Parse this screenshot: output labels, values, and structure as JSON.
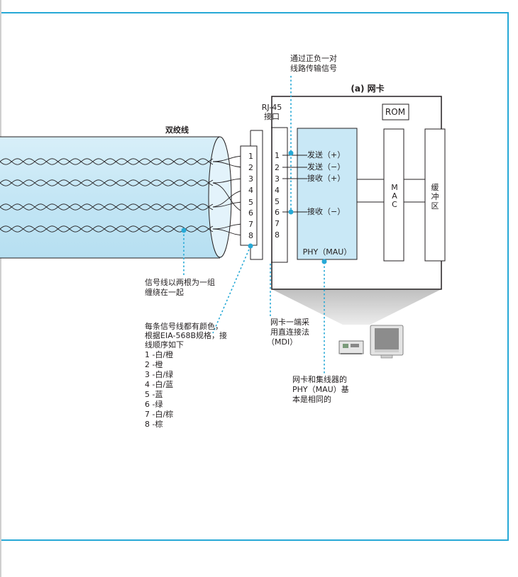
{
  "diagram": {
    "title": "(a) 网卡",
    "cable_label": "双绞线",
    "rj45_label_line1": "RJ-45",
    "rj45_label_line2": "接口",
    "rom_label": "ROM",
    "mac_label": [
      "M",
      "A",
      "C"
    ],
    "buffer_label": [
      "缓",
      "冲",
      "区"
    ],
    "phy_label": "PHY（MAU）",
    "cable_pins": [
      "1",
      "2",
      "3",
      "4",
      "5",
      "6",
      "7",
      "8"
    ],
    "nic_pins": [
      "1",
      "2",
      "3",
      "4",
      "5",
      "6",
      "7",
      "8"
    ],
    "signals": {
      "tx_plus": "发送（+）",
      "tx_minus": "发送（−）",
      "rx_plus": "接收（+）",
      "rx_minus": "接收（−）"
    },
    "notes": {
      "differential": [
        "通过正负一对",
        "线路传输信号"
      ],
      "twisted": [
        "信号线以两根为一组",
        "缠绕在一起"
      ],
      "mdi": [
        "网卡一端采",
        "用直连接法",
        "（MDI）"
      ],
      "phy_same": [
        "网卡和集线器的",
        "PHY（MAU）基",
        "本是相同的"
      ],
      "colors": [
        "每条信号线都有颜色，",
        "根据EIA-568B规格，接",
        "线顺序如下",
        "1 -白/橙",
        "2 -橙",
        "3 -白/绿",
        "4 -白/蓝",
        "5 -蓝",
        "6 -绿",
        "7 -白/棕",
        "8 -棕"
      ]
    },
    "colors": {
      "accent": "#27a9d6",
      "light_blue": "#c9e8f6",
      "shadow_grey": "#d9d9d9"
    }
  }
}
